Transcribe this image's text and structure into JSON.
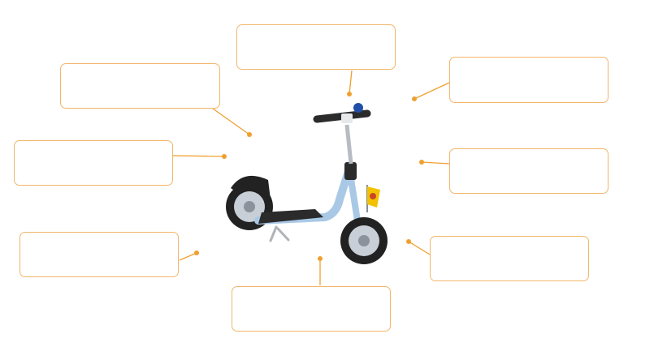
{
  "diagram": {
    "subject_icon": "kick-scooter-illustration",
    "accent_color": "#f0a030",
    "box_border_color": "#f2b66a",
    "scooter_colors": {
      "frame": "#a9c8e6",
      "deck": "#2b2b2b",
      "tire": "#222222",
      "rim": "#c9cfd6",
      "flag": "#f2c200"
    },
    "labels": [
      {
        "id": "top",
        "text": ""
      },
      {
        "id": "upper-left",
        "text": ""
      },
      {
        "id": "upper-right",
        "text": ""
      },
      {
        "id": "middle-left",
        "text": ""
      },
      {
        "id": "middle-right",
        "text": ""
      },
      {
        "id": "lower-left",
        "text": ""
      },
      {
        "id": "lower-right",
        "text": ""
      },
      {
        "id": "bottom",
        "text": ""
      }
    ]
  }
}
